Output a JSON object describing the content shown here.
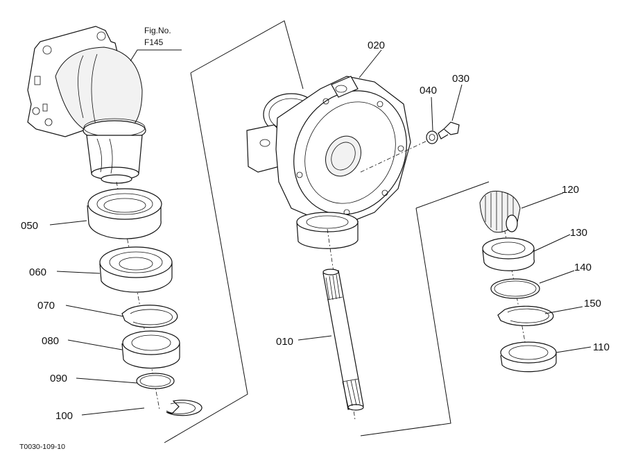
{
  "figure": {
    "fig_label": "Fig.No.",
    "fig_number": "F145",
    "drawing_code": "T0030-109-10"
  },
  "callouts": {
    "p010": "010",
    "p020": "020",
    "p030": "030",
    "p040": "040",
    "p050": "050",
    "p060": "060",
    "p070": "070",
    "p080": "080",
    "p090": "090",
    "p100": "100",
    "p110": "110",
    "p120": "120",
    "p130": "130",
    "p140": "140",
    "p150": "150"
  }
}
